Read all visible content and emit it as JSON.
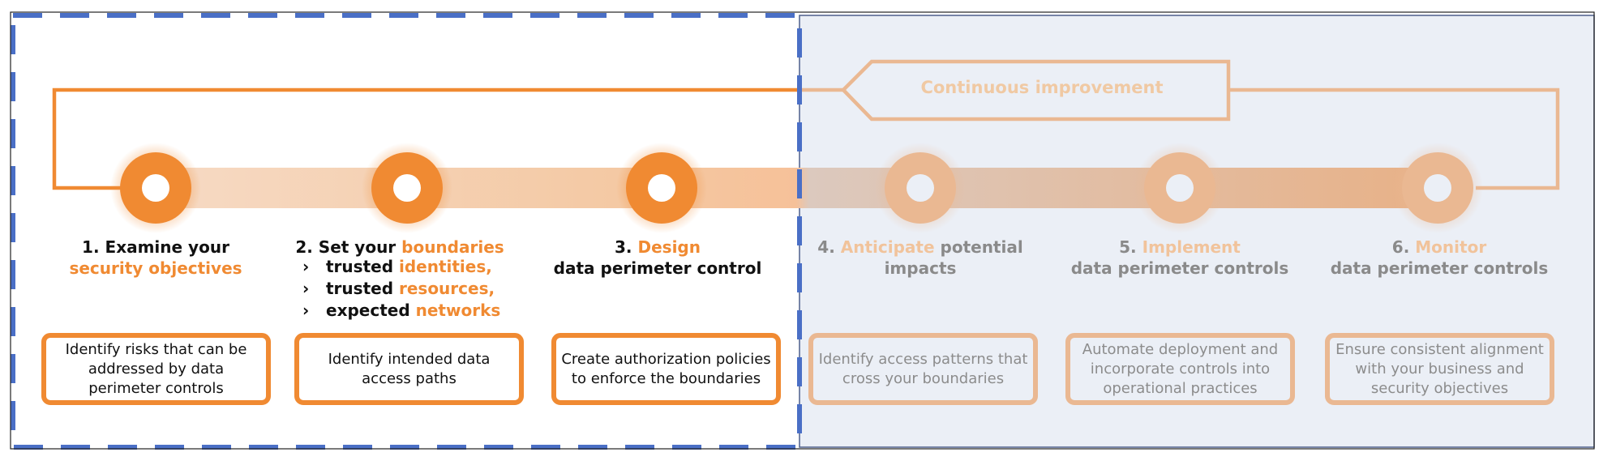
{
  "colors": {
    "accent": "#f08a32",
    "accent_faded": "#eab892",
    "active_region_border": "#4a6fc6",
    "future_region_fill": "#ebeff6"
  },
  "cycle_label": "Continuous improvement",
  "steps": [
    {
      "number": "1.",
      "title_parts": [
        "Examine your",
        "security objectives"
      ],
      "description": "Identify risks that can be addressed by data perimeter controls",
      "status": "active"
    },
    {
      "number": "2.",
      "title_parts": [
        "Set your",
        "boundaries"
      ],
      "bullets": [
        {
          "mark": "›",
          "text": "trusted",
          "accent": "identities,"
        },
        {
          "mark": "›",
          "text": "trusted",
          "accent": "resources,"
        },
        {
          "mark": "›",
          "text": "expected",
          "accent": "networks"
        }
      ],
      "description": "Identify intended data access paths",
      "status": "active"
    },
    {
      "number": "3.",
      "title_parts": [
        "Design",
        "data perimeter control"
      ],
      "description": "Create authorization policies to enforce the boundaries",
      "status": "active"
    },
    {
      "number": "4.",
      "title_parts": [
        "Anticipate",
        "potential",
        "impacts"
      ],
      "description": "Identify access patterns that cross your boundaries",
      "status": "future"
    },
    {
      "number": "5.",
      "title_parts": [
        "Implement",
        "data perimeter controls"
      ],
      "description": "Automate deployment and incorporate controls into operational practices",
      "status": "future"
    },
    {
      "number": "6.",
      "title_parts": [
        "Monitor",
        "data perimeter controls"
      ],
      "description": "Ensure consistent alignment with your business and security objectives",
      "status": "future"
    }
  ]
}
